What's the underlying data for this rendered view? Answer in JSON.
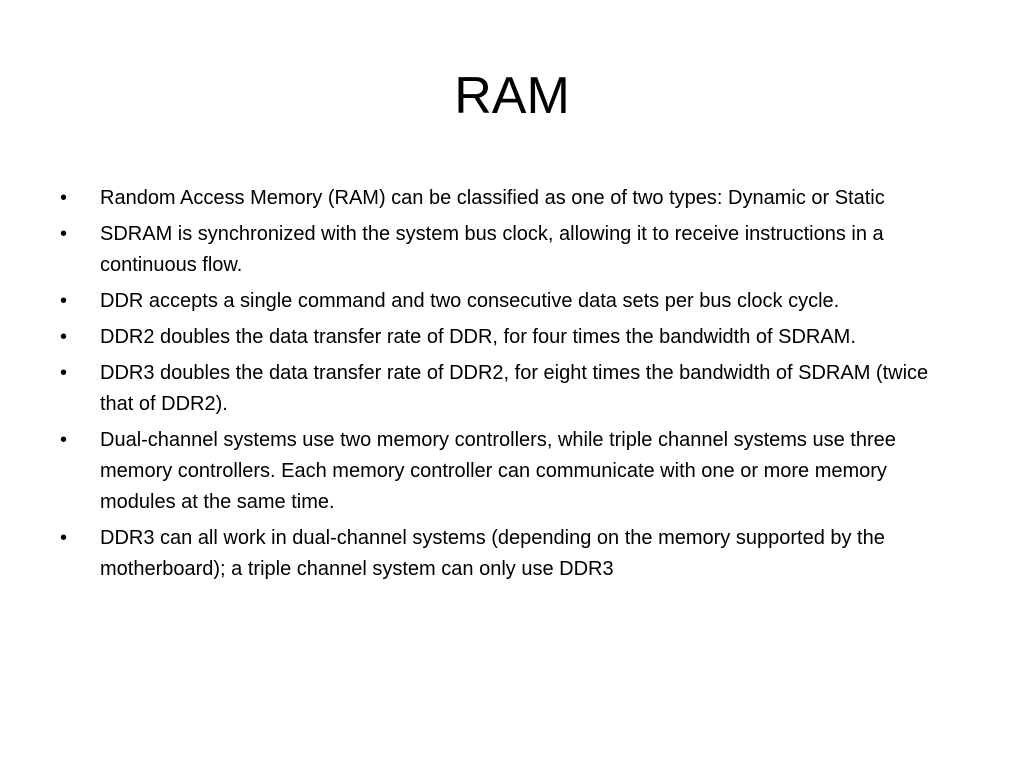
{
  "slide": {
    "title": "RAM",
    "bullet_symbol": "•",
    "bullets": [
      "Random Access Memory (RAM) can be classified as one of two types: Dynamic or Static",
      "SDRAM is synchronized with the system bus clock, allowing it to receive instructions in a continuous flow.",
      "DDR accepts a single command and two consecutive data sets per bus clock cycle.",
      "DDR2 doubles the data transfer rate of DDR, for four times the bandwidth of SDRAM.",
      "DDR3 doubles the data transfer rate of DDR2, for eight times the bandwidth of SDRAM (twice that of DDR2).",
      "Dual-channel systems use two memory controllers, while triple channel systems use three memory controllers. Each memory controller can communicate with one or more memory modules at the same time.",
      "DDR3 can all work in dual-channel systems (depending on the memory supported by the motherboard); a triple channel system can only use DDR3"
    ]
  },
  "colors": {
    "background": "#ffffff",
    "text": "#000000"
  }
}
